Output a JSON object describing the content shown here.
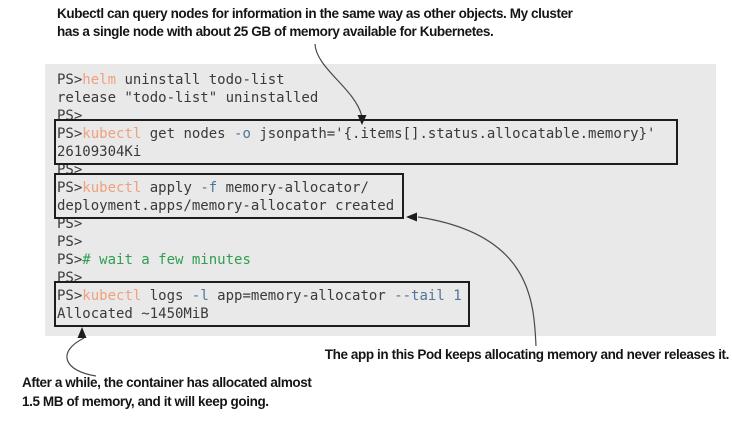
{
  "annotations": {
    "top_lines": [
      "Kubectl can query nodes for information in the same way as other objects. My cluster",
      "has a single node with about 25 GB of memory available for Kubernetes."
    ],
    "middle": "The app in this Pod keeps allocating memory and never releases it.",
    "bottom_lines": [
      "After a while, the container has allocated almost",
      "1.5 MB of memory, and it will keep going."
    ]
  },
  "terminal": {
    "prompt": "PS>",
    "lines": [
      [
        {
          "t": "PS>",
          "c": "plain"
        },
        {
          "t": "helm",
          "c": "cmd"
        },
        {
          "t": " uninstall todo-list",
          "c": "plain"
        }
      ],
      [
        {
          "t": "release \"todo-list\" uninstalled",
          "c": "plain"
        }
      ],
      [
        {
          "t": "PS>",
          "c": "plain"
        }
      ],
      [
        {
          "t": "PS>",
          "c": "plain"
        },
        {
          "t": "kubectl",
          "c": "cmd"
        },
        {
          "t": " get nodes ",
          "c": "plain"
        },
        {
          "t": "-o",
          "c": "flag"
        },
        {
          "t": " jsonpath='{.items[].status.allocatable.memory}'",
          "c": "plain"
        }
      ],
      [
        {
          "t": "26109304Ki",
          "c": "plain"
        }
      ],
      [
        {
          "t": "PS>",
          "c": "plain"
        }
      ],
      [
        {
          "t": "PS>",
          "c": "plain"
        },
        {
          "t": "kubectl",
          "c": "cmd"
        },
        {
          "t": " apply ",
          "c": "plain"
        },
        {
          "t": "-f",
          "c": "flag"
        },
        {
          "t": " memory-allocator/",
          "c": "plain"
        }
      ],
      [
        {
          "t": "deployment.apps/memory-allocator created",
          "c": "plain"
        }
      ],
      [
        {
          "t": "PS>",
          "c": "plain"
        }
      ],
      [
        {
          "t": "PS>",
          "c": "plain"
        }
      ],
      [
        {
          "t": "PS>",
          "c": "plain"
        },
        {
          "t": "# wait a few minutes",
          "c": "comment"
        }
      ],
      [
        {
          "t": "PS>",
          "c": "plain"
        }
      ],
      [
        {
          "t": "PS>",
          "c": "plain"
        },
        {
          "t": "kubectl",
          "c": "cmd"
        },
        {
          "t": " logs ",
          "c": "plain"
        },
        {
          "t": "-l",
          "c": "flag"
        },
        {
          "t": " app=memory-allocator ",
          "c": "plain"
        },
        {
          "t": "--tail",
          "c": "flag"
        },
        {
          "t": " 1",
          "c": "flag"
        }
      ]
    ],
    "last_line": [
      {
        "t": "Allocated ~1450MiB",
        "c": "plain"
      }
    ]
  },
  "colors": {
    "command": "#f0a17c",
    "flag": "#50749a",
    "comment": "#2f9e50",
    "text": "#3a3a3a",
    "terminal_bg": "#e9e9e9",
    "box_border": "#1d1d1d",
    "annotation": "#151515",
    "arrow": "#4a4a4a"
  }
}
